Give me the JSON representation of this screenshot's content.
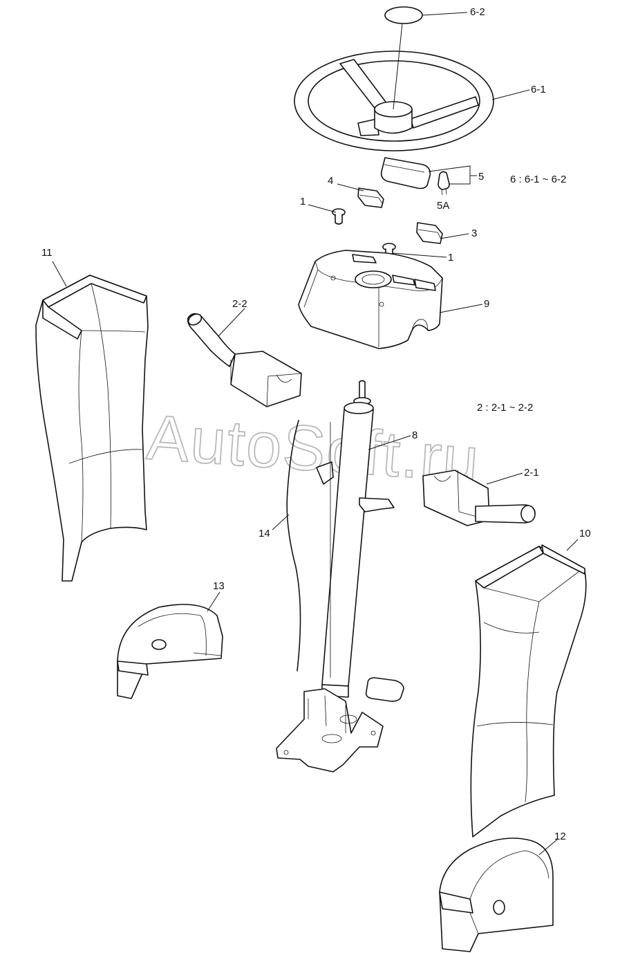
{
  "callouts": [
    {
      "id": "c-6-2",
      "text": "6-2"
    },
    {
      "id": "c-6-1",
      "text": "6-1"
    },
    {
      "id": "c-5",
      "text": "5"
    },
    {
      "id": "c-5a",
      "text": "5A"
    },
    {
      "id": "c-4",
      "text": "4"
    },
    {
      "id": "c-1a",
      "text": "1"
    },
    {
      "id": "c-3",
      "text": "3"
    },
    {
      "id": "c-1b",
      "text": "1"
    },
    {
      "id": "c-11",
      "text": "11"
    },
    {
      "id": "c-2-2",
      "text": "2-2"
    },
    {
      "id": "c-9",
      "text": "9"
    },
    {
      "id": "c-8",
      "text": "8"
    },
    {
      "id": "c-2-1",
      "text": "2-1"
    },
    {
      "id": "c-14",
      "text": "14"
    },
    {
      "id": "c-10",
      "text": "10"
    },
    {
      "id": "c-13",
      "text": "13"
    },
    {
      "id": "c-12",
      "text": "12"
    }
  ],
  "notes": {
    "group6": "6 : 6-1 ~ 6-2",
    "group2": "2 : 2-1 ~ 2-2"
  },
  "watermark": "AutoSoft.ru"
}
